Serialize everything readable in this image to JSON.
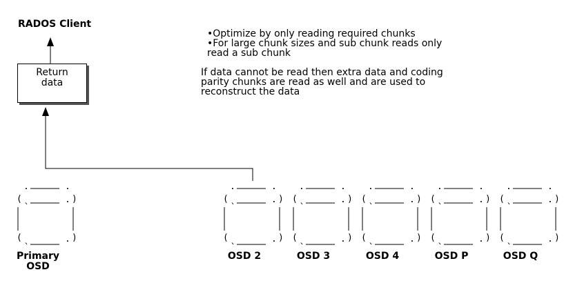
{
  "diagram": {
    "client_label": "RADOS Client",
    "return_box": {
      "line1": "Return",
      "line2": "data"
    },
    "bullets": [
      "•Optimize by only reading required chunks",
      "•For large chunk sizes and sub chunk reads only",
      "read a sub chunk"
    ],
    "note_lines": [
      "If data cannot be read then extra data and coding",
      "parity chunks are read as well and are used to",
      "reconstruct the data"
    ],
    "osds": [
      {
        "label": "Primary",
        "sublabel": "OSD"
      },
      {
        "label": "OSD 2"
      },
      {
        "label": "OSD 3"
      },
      {
        "label": "OSD 4"
      },
      {
        "label": "OSD P"
      },
      {
        "label": "OSD Q"
      }
    ]
  }
}
